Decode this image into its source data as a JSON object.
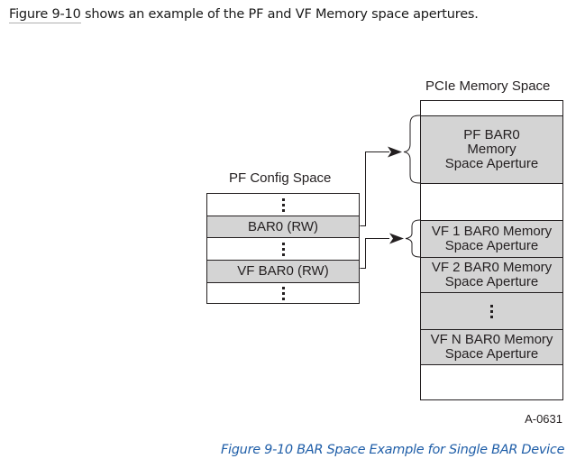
{
  "intro": {
    "xref": "Figure 9-10",
    "rest": " shows an example of the PF and VF Memory space apertures."
  },
  "pf_config": {
    "title": "PF Config Space",
    "bar0": "BAR0 (RW)",
    "vf_bar0": "VF BAR0 (RW)"
  },
  "pcie_space": {
    "title": "PCIe Memory Space",
    "pf_aperture": [
      "PF BAR0",
      "Memory",
      "Space Aperture"
    ],
    "vf1": [
      "VF 1 BAR0 Memory",
      "Space Aperture"
    ],
    "vf2": [
      "VF 2 BAR0 Memory",
      "Space Aperture"
    ],
    "vfn": [
      "VF N BAR0 Memory",
      "Space Aperture"
    ]
  },
  "figure_id": "A-0631",
  "caption": "Figure 9-10 BAR Space Example for Single BAR Device"
}
